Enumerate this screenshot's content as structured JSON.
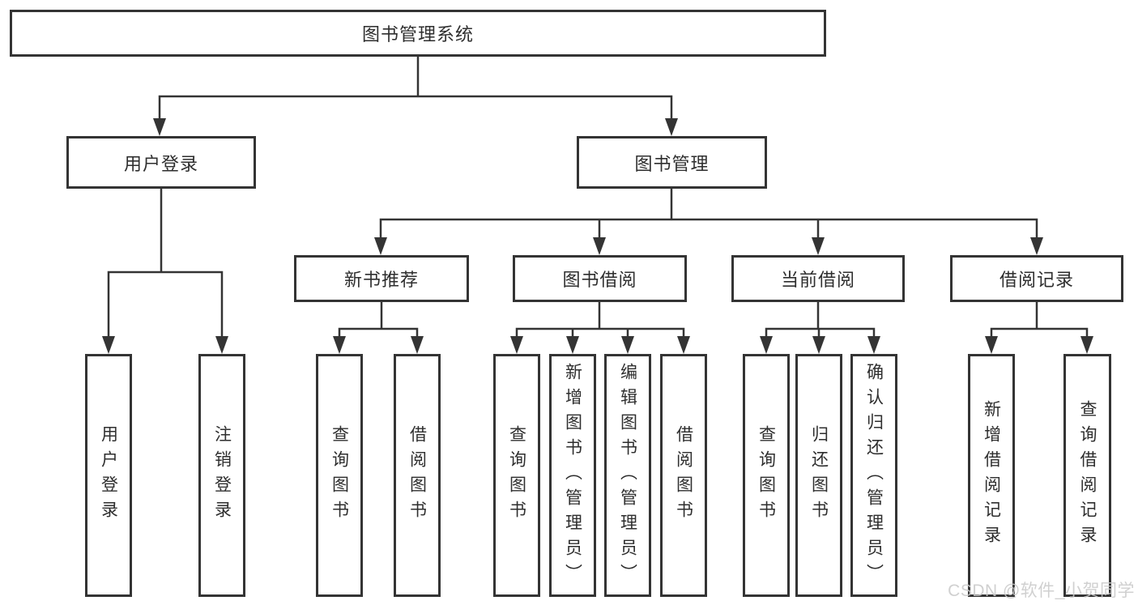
{
  "tree": {
    "label": "图书管理系统",
    "children": [
      {
        "label": "用户登录",
        "children": [
          {
            "label": "用户登录"
          },
          {
            "label": "注销登录"
          }
        ]
      },
      {
        "label": "图书管理",
        "children": [
          {
            "label": "新书推荐",
            "children": [
              {
                "label": "查询图书"
              },
              {
                "label": "借阅图书"
              }
            ]
          },
          {
            "label": "图书借阅",
            "children": [
              {
                "label": "查询图书"
              },
              {
                "label": "新增图书（管理员）"
              },
              {
                "label": "编辑图书（管理员）"
              },
              {
                "label": "借阅图书"
              }
            ]
          },
          {
            "label": "当前借阅",
            "children": [
              {
                "label": "查询图书"
              },
              {
                "label": "归还图书"
              },
              {
                "label": "确认归还（管理员）"
              }
            ]
          },
          {
            "label": "借阅记录",
            "children": [
              {
                "label": "新增借阅记录"
              },
              {
                "label": "查询借阅记录"
              }
            ]
          }
        ]
      }
    ]
  },
  "watermark": "CSDN @软件_小贺同学",
  "colors": {
    "line": "#343434",
    "box_border": "#343434",
    "text": "#2e2e2e",
    "watermark": "#c9c9c9",
    "background": "#ffffff"
  }
}
